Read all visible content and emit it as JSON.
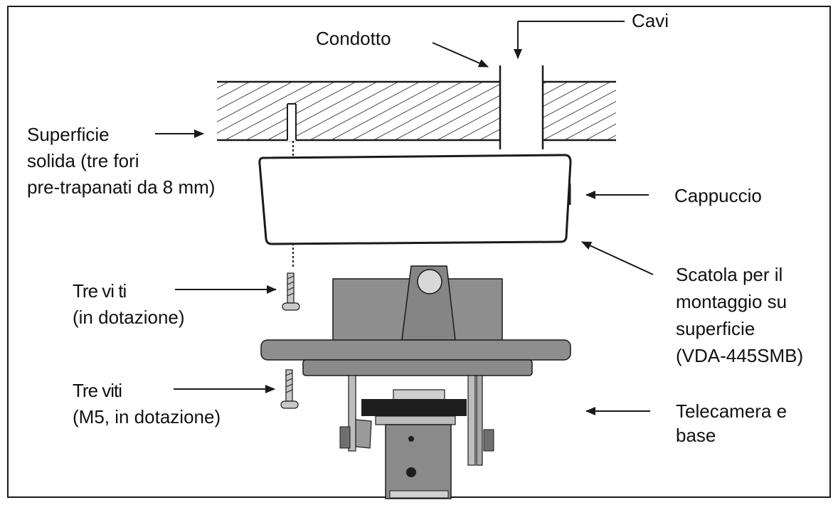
{
  "labels": {
    "cables": "Cavi",
    "conduit": "Condotto",
    "surface": [
      "Superficie",
      "solida (tre fori",
      "pre-trapanati da 8 mm)"
    ],
    "cap": "Cappuccio",
    "screws_1": [
      "Tre vi ti",
      "(in dotazione)"
    ],
    "mount_box": [
      "Scatola per il",
      "montaggio su",
      "superficie",
      "(VDA-445SMB)"
    ],
    "screws_2": [
      "Tre viti",
      "(M5, in dotazione)"
    ],
    "camera": [
      "Telecamera e",
      "base"
    ]
  },
  "colors": {
    "line": "#1a1a1a",
    "metal": "#8e8e8e",
    "metal_dark": "#6f6f6f",
    "metal_light": "#cfcfcf",
    "black_part": "#1e1e1e"
  }
}
